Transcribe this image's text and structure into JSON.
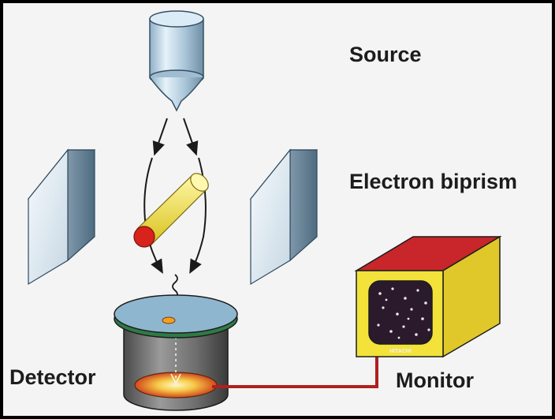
{
  "labels": {
    "source": "Source",
    "biprism": "Electron biprism",
    "detector": "Detector",
    "monitor": "Monitor"
  },
  "monitor_brand": "HITACHI",
  "colors": {
    "background": "#f4f4f4",
    "frame": "#000000",
    "monitor_top": "#c8262a",
    "monitor_side": "#f2e23a",
    "filament": "#f2e63a",
    "filament_end": "#d8221c",
    "cable": "#b0201e",
    "screen": "#2a1a2c"
  },
  "icons": [
    "electron-source",
    "biprism-plate",
    "biprism-filament",
    "electron-path-arrow",
    "detector",
    "monitor",
    "cable"
  ]
}
